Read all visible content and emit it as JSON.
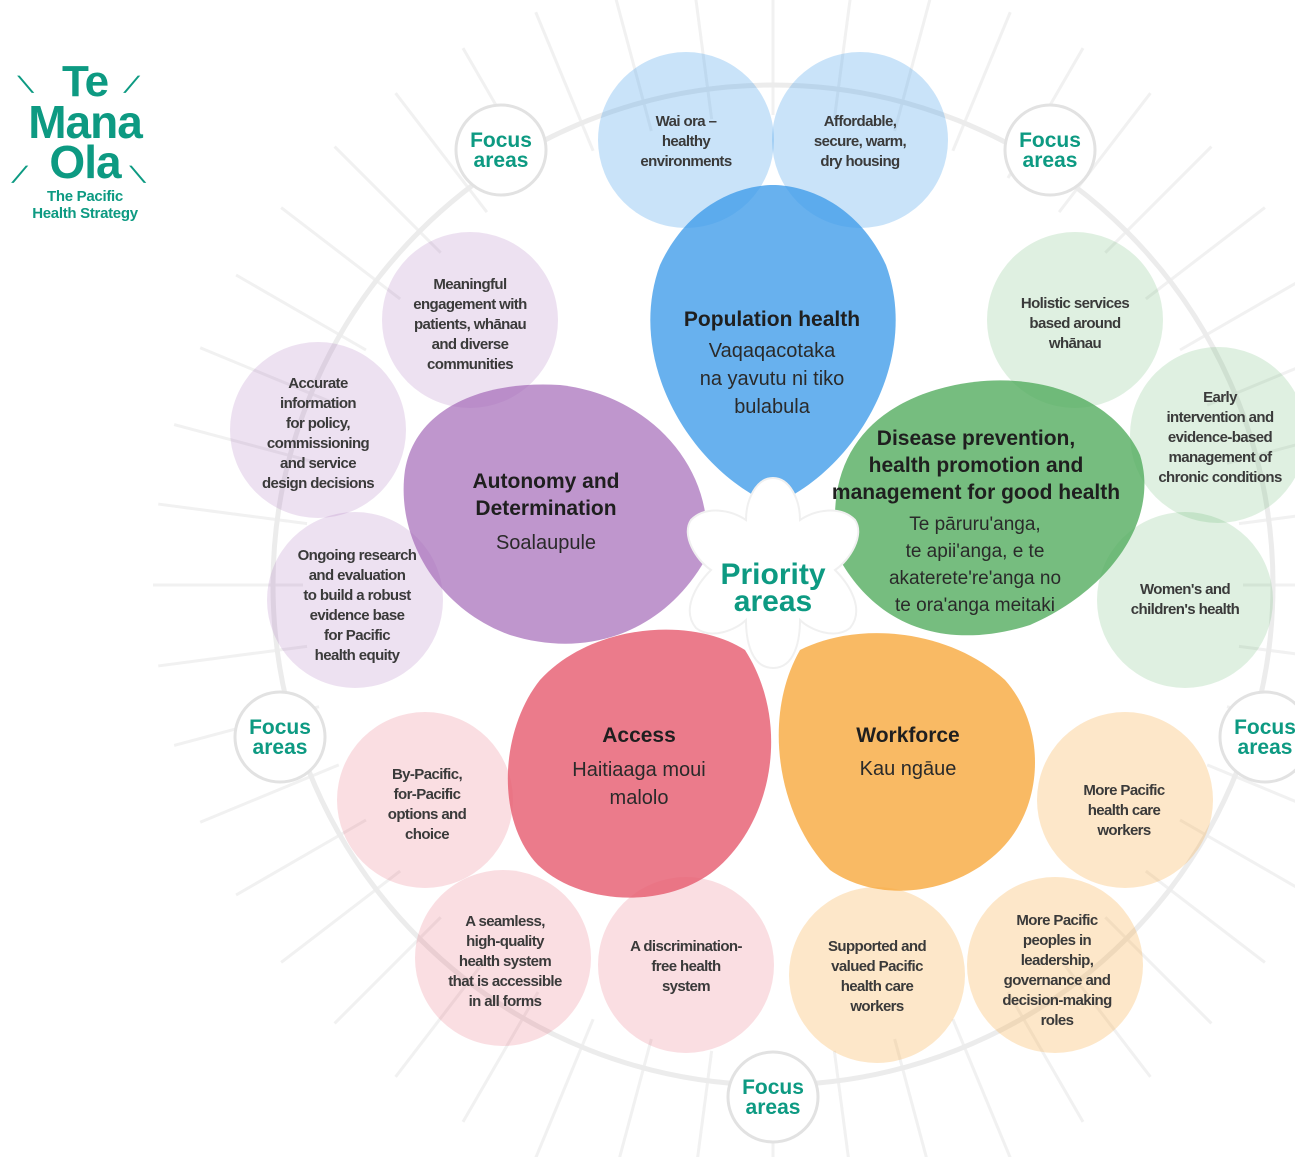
{
  "logo": {
    "line1": "Te",
    "line2": "Mana",
    "line3": "Ola",
    "subtitle_line1": "The Pacific",
    "subtitle_line2": "Health Strategy",
    "color": "#0d9a82"
  },
  "center": {
    "line1": "Priority",
    "line2": "areas"
  },
  "badge": {
    "line1": "Focus",
    "line2": "areas"
  },
  "petals": {
    "population": {
      "title": "Population health",
      "sub": [
        "Vaqaqacotaka",
        "na yavutu ni tiko",
        "bulabula"
      ],
      "color": "#3d9be9"
    },
    "disease": {
      "title": [
        "Disease prevention,",
        "health promotion and",
        "management for good health"
      ],
      "sub": [
        "Te pāruru'anga,",
        "te apii'anga, e te",
        "akaterete're'anga no",
        "te ora'anga meitaki"
      ],
      "color": "#4faa5b"
    },
    "workforce": {
      "title": "Workforce",
      "sub": [
        "Kau ngāue"
      ],
      "color": "#f7a93d"
    },
    "access": {
      "title": "Access",
      "sub": [
        "Haitiaaga moui",
        "malolo"
      ],
      "color": "#e65a6e"
    },
    "autonomy": {
      "title": [
        "Autonomy and",
        "Determination"
      ],
      "sub": [
        "Soalaupule"
      ],
      "color": "#a46ab8"
    }
  },
  "focus": {
    "population": [
      [
        "Wai ora –",
        "healthy",
        "environments"
      ],
      [
        "Affordable,",
        "secure, warm,",
        "dry housing"
      ]
    ],
    "disease": [
      [
        "Holistic services",
        "based around",
        "whānau"
      ],
      [
        "Early",
        "intervention and",
        "evidence-based",
        "management of",
        "chronic conditions"
      ],
      [
        "Women's and",
        "children's health"
      ]
    ],
    "workforce": [
      [
        "More Pacific",
        "health care",
        "workers"
      ],
      [
        "More Pacific",
        "peoples in",
        "leadership,",
        "governance and",
        "decision-making",
        "roles"
      ],
      [
        "Supported and",
        "valued Pacific",
        "health care",
        "workers"
      ]
    ],
    "access": [
      [
        "A discrimination-",
        "free health",
        "system"
      ],
      [
        "A seamless,",
        "high-quality",
        "health system",
        "that is accessible",
        "in all forms"
      ],
      [
        "By-Pacific,",
        "for-Pacific",
        "options and",
        "choice"
      ]
    ],
    "autonomy": [
      [
        "Ongoing research",
        "and evaluation",
        "to build a robust",
        "evidence base",
        "for Pacific",
        "health equity"
      ],
      [
        "Accurate",
        "information",
        "for policy,",
        "commissioning",
        "and service",
        "design decisions"
      ],
      [
        "Meaningful",
        "engagement with",
        "patients, whānau",
        "and diverse",
        "communities"
      ]
    ]
  },
  "colors": {
    "teal": "#0d9a82",
    "text_dark": "#2a2a2a",
    "ring": "#e6e6e6"
  }
}
